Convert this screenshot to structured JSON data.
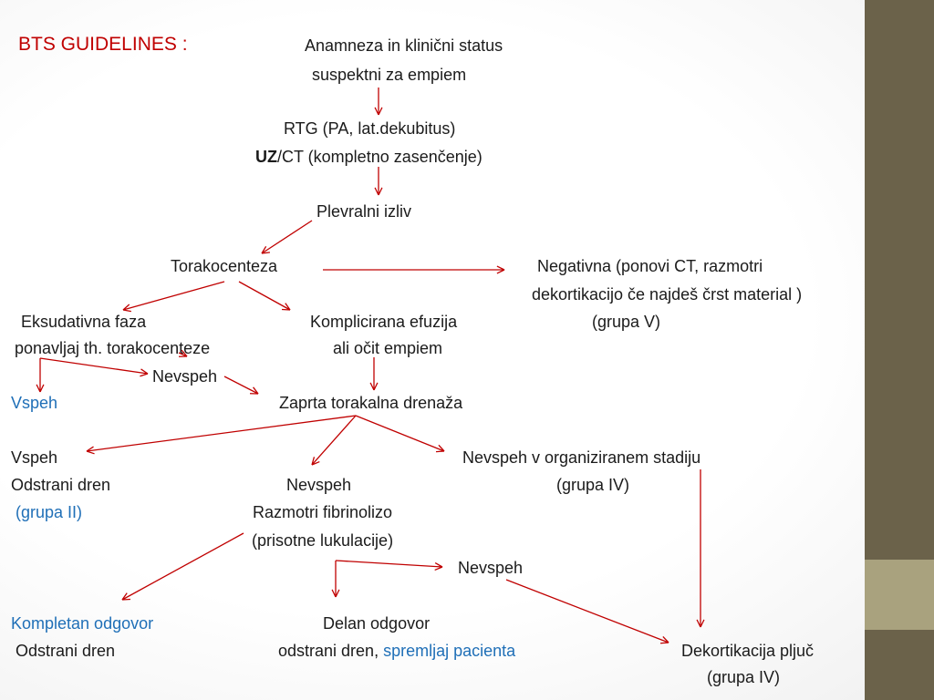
{
  "title": "BTS  GUIDELINES :",
  "nodes": {
    "anamneza": "Anamneza in klinični status",
    "suspektni": "suspektni za empiem",
    "rtg": "RTG (PA, lat.dekubitus)",
    "uz": "UZ",
    "ct": "/CT (kompletno zasenčenje)",
    "plevralni": "Plevralni izliv",
    "torakocenteza": "Torakocenteza",
    "negativna_1": "Negativna (ponovi CT, razmotri",
    "negativna_2": "dekortikacijo če najdeš črst material )",
    "negativna_3": "(grupa V)",
    "eksudativna": "Eksudativna faza",
    "ponavljaj": "ponavljaj th. torakocenteze",
    "komplicirana": "Komplicirana efuzija",
    "ocit_empiem": "ali očit empiem",
    "nevspeh_1": "Nevspeh",
    "vspeh_blue": "Vspeh",
    "zaprta": "Zaprta torakalna drenaža",
    "vspeh_2": "Vspeh",
    "odstrani_dren_1": "Odstrani dren",
    "grupa_ii": "(grupa II)",
    "nevspeh_2": "Nevspeh",
    "fibrinolizo": "Razmotri fibrinolizo",
    "lukulacije": "(prisotne lukulacije)",
    "organiziranem": "Nevspeh v organiziranem stadiju",
    "grupa_iv_1": "(grupa IV)",
    "nevspeh_3": "Nevspeh",
    "kompletan": "Kompletan odgovor",
    "odstrani_dren_2": "Odstrani dren",
    "delan": "Delan odgovor",
    "odstrani_dren_3": "odstrani dren,",
    "spremljaj": "spremljaj pacienta",
    "dekortikacija": "Dekortikacija pljuč",
    "grupa_iv_2": "(grupa IV)"
  },
  "colors": {
    "title": "#c00000",
    "arrow": "#c00000",
    "highlight_text": "#1f6fb7",
    "sidebar": "#6b624a",
    "sidebar_accent": "#a9a27e"
  }
}
